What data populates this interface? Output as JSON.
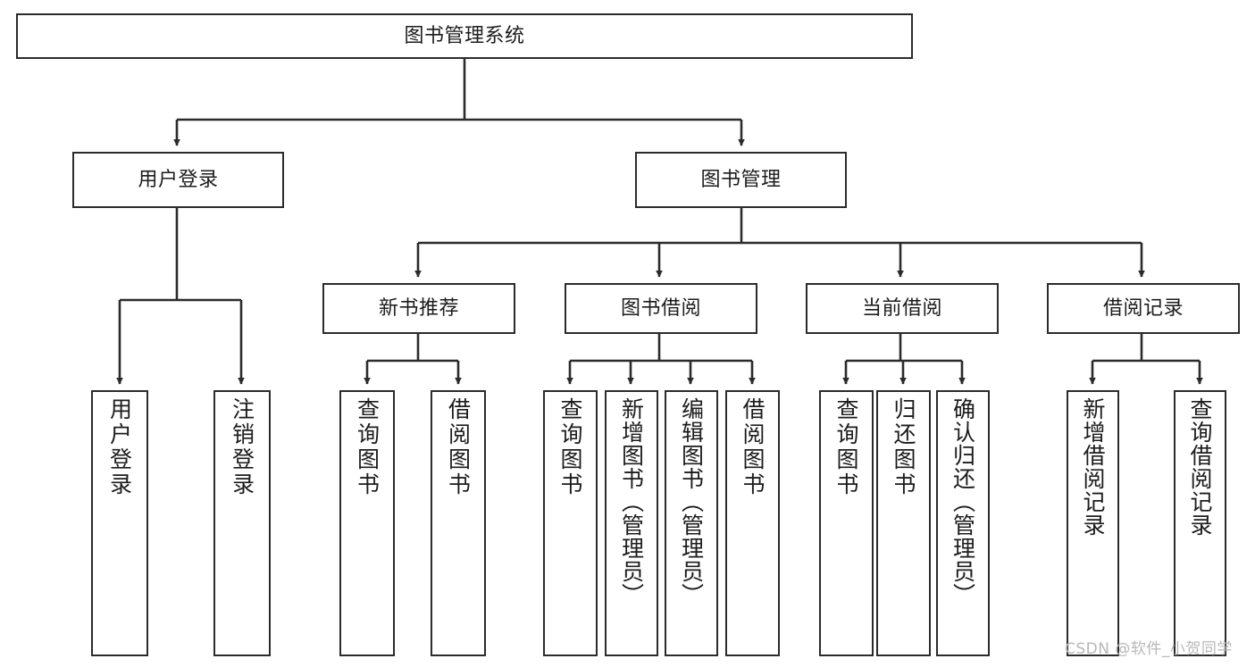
{
  "diagram": {
    "title": "图书管理系统",
    "type": "hierarchy-tree",
    "watermark": "CSDN @软件_小贺同学",
    "colors": {
      "box_border": "#2b2b2b",
      "box_fill": "#ffffff",
      "connector": "#2b2b2b",
      "text": "#1c1c1c",
      "watermark": "#b8b8b8"
    },
    "root": {
      "label": "图书管理系统"
    },
    "level2": [
      {
        "id": "user-login",
        "label": "用户登录"
      },
      {
        "id": "book-management",
        "label": "图书管理"
      }
    ],
    "level3": [
      {
        "id": "new-book-recommend",
        "label": "新书推荐"
      },
      {
        "id": "book-borrow",
        "label": "图书借阅"
      },
      {
        "id": "current-borrow",
        "label": "当前借阅"
      },
      {
        "id": "borrow-record",
        "label": "借阅记录"
      }
    ],
    "leaves": {
      "user_login": [
        {
          "id": "leaf-user-login",
          "label": "用户登录"
        },
        {
          "id": "leaf-logout-login",
          "label": "注销登录"
        }
      ],
      "new_book_recommend": [
        {
          "id": "leaf-query-book-1",
          "label": "查询图书"
        },
        {
          "id": "leaf-borrow-book-1",
          "label": "借阅图书"
        }
      ],
      "book_borrow": [
        {
          "id": "leaf-query-book-2",
          "label": "查询图书"
        },
        {
          "id": "leaf-add-book",
          "label": "新增图书（管理员）"
        },
        {
          "id": "leaf-edit-book",
          "label": "编辑图书（管理员）"
        },
        {
          "id": "leaf-borrow-book-2",
          "label": "借阅图书"
        }
      ],
      "current_borrow": [
        {
          "id": "leaf-query-book-3",
          "label": "查询图书"
        },
        {
          "id": "leaf-return-book",
          "label": "归还图书"
        },
        {
          "id": "leaf-confirm-return",
          "label": "确认归还（管理员）"
        }
      ],
      "borrow_record": [
        {
          "id": "leaf-add-record",
          "label": "新增借阅记录"
        },
        {
          "id": "leaf-query-record",
          "label": "查询借阅记录"
        }
      ]
    }
  }
}
